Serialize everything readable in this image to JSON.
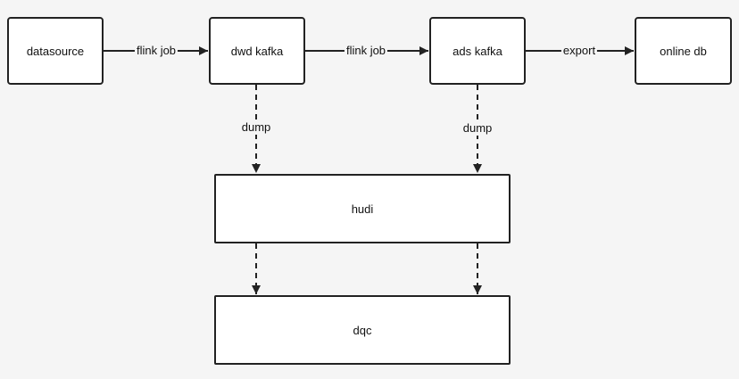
{
  "nodes": {
    "datasource": "datasource",
    "dwd_kafka": "dwd kafka",
    "ads_kafka": "ads kafka",
    "online_db": "online db",
    "hudi": "hudi",
    "dqc": "dqc"
  },
  "edges": {
    "datasource_to_dwd": "flink job",
    "dwd_to_ads": "flink job",
    "ads_to_online": "export",
    "dwd_to_hudi": "dump",
    "ads_to_hudi": "dump"
  },
  "colors": {
    "background": "#f5f5f5",
    "node_fill": "#ffffff",
    "stroke": "#222222"
  }
}
